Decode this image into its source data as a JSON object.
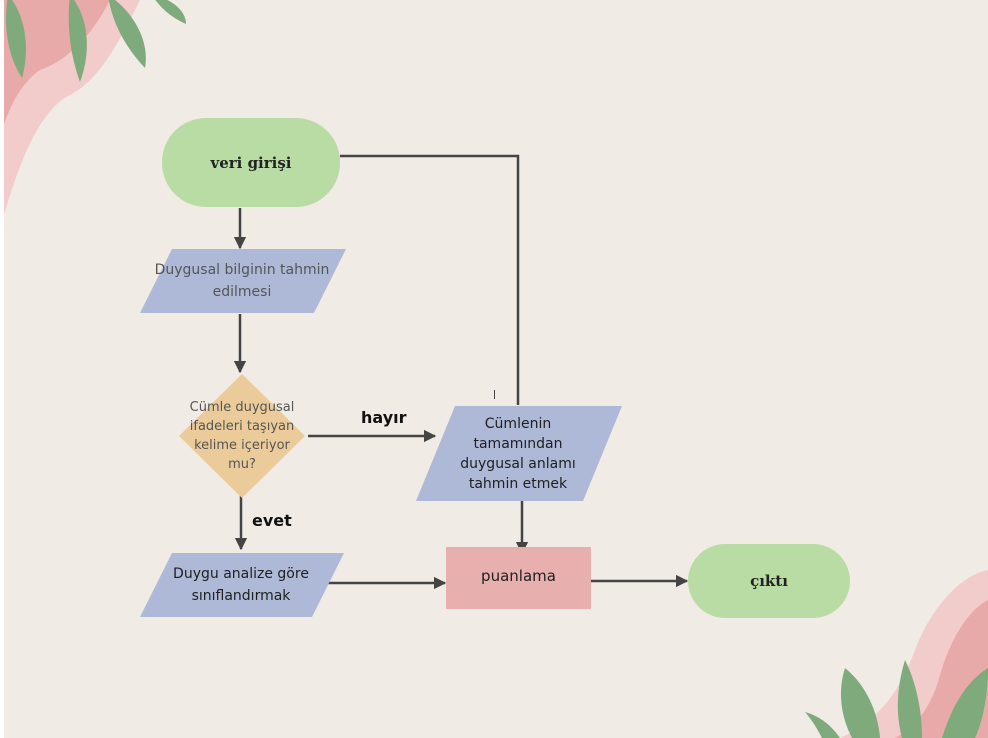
{
  "colors": {
    "background": "#f0ebe4",
    "terminal": "#b8dca4",
    "parallelogram": "#aeb9d8",
    "decision": "#eccb9a",
    "process": "#e8afaf",
    "arrow": "#444444",
    "leaf": "#7faa7c",
    "petal": "#e8a9a9"
  },
  "nodes": {
    "start": "veri girişi",
    "predict": "Duygusal bilginin tahmin edilmesi",
    "decision": "Cümle duygusal ifadeleri taşıyan kelime içeriyor mu?",
    "whole_sentence": "Cümlenin tamamından duygusal anlamı tahmin etmek",
    "classify": "Duygu analize göre sınıflandırmak",
    "scoring": "puanlama",
    "end": "çıktı"
  },
  "edges": {
    "no": "hayır",
    "yes": "evet"
  },
  "decor": [
    "leaf",
    "petal"
  ]
}
